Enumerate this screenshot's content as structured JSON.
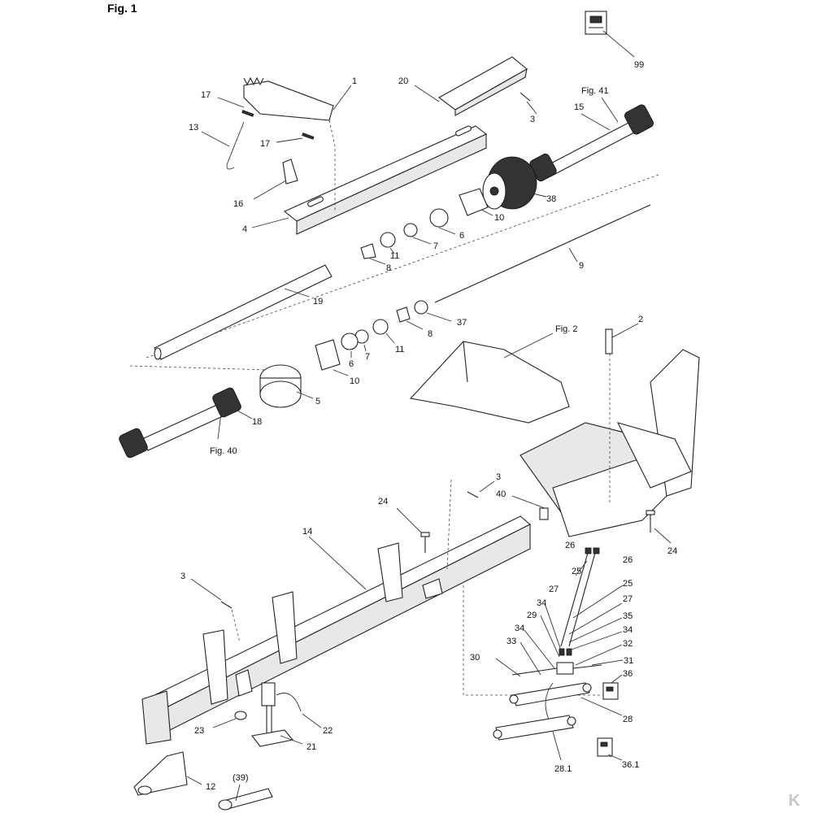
{
  "figure_title": "Fig. 1",
  "labels": {
    "p1": "1",
    "p99": "99",
    "p20": "20",
    "p17a": "17",
    "p17b": "17",
    "p13": "13",
    "p3a": "3",
    "p15": "15",
    "fig41": "Fig. 41",
    "p16": "16",
    "p38": "38",
    "p4": "4",
    "p10a": "10",
    "p6a": "6",
    "p7a": "7",
    "p11a": "11",
    "p8a": "8",
    "p9": "9",
    "p19": "19",
    "p37": "37",
    "p8b": "8",
    "p2": "2",
    "fig2": "Fig. 2",
    "p11b": "11",
    "p7b": "7",
    "p6b": "6",
    "p10b": "10",
    "p5": "5",
    "p18": "18",
    "fig40": "Fig. 40",
    "p3b": "3",
    "p40": "40",
    "p24a": "24",
    "p24b": "24",
    "p14": "14",
    "p26a": "26",
    "p26b": "26",
    "p25a": "25",
    "p25b": "25",
    "p3c": "3",
    "p27a": "27",
    "p27b": "27",
    "p34a": "34",
    "p35": "35",
    "p29": "29",
    "p34b": "34",
    "p34c": "34",
    "p33": "33",
    "p32": "32",
    "p31": "31",
    "p30": "30",
    "p36": "36",
    "p28": "28",
    "p23": "23",
    "p22": "22",
    "p21": "21",
    "p28_1": "28.1",
    "p36_1": "36.1",
    "p12": "12",
    "p39": "(39)"
  },
  "brand_mark": "K"
}
